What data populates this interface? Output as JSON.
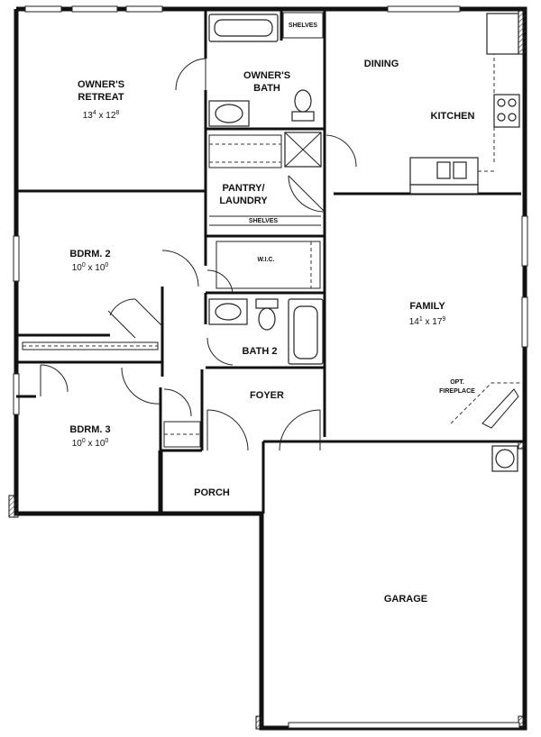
{
  "rooms": {
    "owners_retreat": {
      "name_line1": "OWNER'S",
      "name_line2": "RETREAT",
      "dim_a": "13",
      "dim_a_sup": "4",
      "dim_sep": " x ",
      "dim_b": "12",
      "dim_b_sup": "8"
    },
    "owners_bath": {
      "name_line1": "OWNER'S",
      "name_line2": "BATH"
    },
    "shelves_top": "SHELVES",
    "dining": "DINING",
    "kitchen": "KITCHEN",
    "pantry": {
      "name_line1": "PANTRY/",
      "name_line2": "LAUNDRY"
    },
    "shelves_pantry": "SHELVES",
    "bdrm2": {
      "name": "BDRM. 2",
      "dim_a": "10",
      "dim_a_sup": "0",
      "dim_sep": " x ",
      "dim_b": "10",
      "dim_b_sup": "0"
    },
    "wic": "W.I.C.",
    "family": {
      "name": "FAMILY",
      "dim_a": "14",
      "dim_a_sup": "1",
      "dim_sep": " x ",
      "dim_b": "17",
      "dim_b_sup": "9"
    },
    "bath2": "BATH 2",
    "fireplace": {
      "line1": "OPT.",
      "line2": "FIREPLACE"
    },
    "foyer": "FOYER",
    "bdrm3": {
      "name": "BDRM. 3",
      "dim_a": "10",
      "dim_a_sup": "0",
      "dim_sep": " x ",
      "dim_b": "10",
      "dim_b_sup": "0"
    },
    "porch": "PORCH",
    "garage": "GARAGE"
  }
}
